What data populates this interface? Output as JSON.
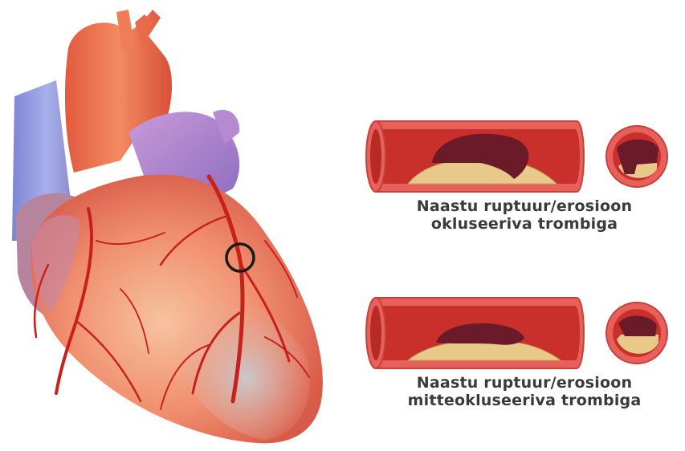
{
  "panels": [
    {
      "id": "occlusive",
      "caption_line1": "Naastu ruptuur/erosioon",
      "caption_line2": "okluseeriva trombiga"
    },
    {
      "id": "non-occlusive",
      "caption_line1": "Naastu ruptuur/erosioon",
      "caption_line2": "mitteokluseeriva trombiga"
    }
  ],
  "colors": {
    "vessel_wall": "#e8605a",
    "vessel_lumen": "#c9302c",
    "plaque": "#e8c98a",
    "thrombus": "#6b1a2a",
    "heart": "#e87a5c",
    "vein": "#9aa3e0",
    "artery": "#c8201a"
  }
}
